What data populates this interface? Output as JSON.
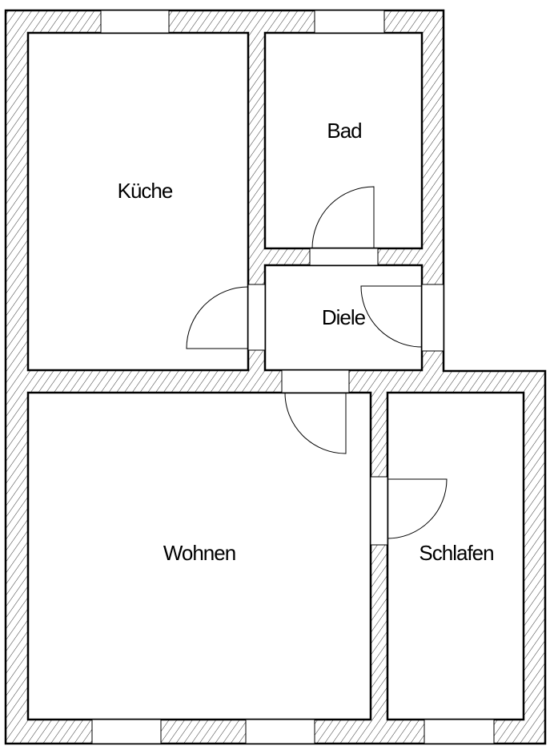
{
  "plan": {
    "rooms": [
      {
        "id": "kueche",
        "label": "Küche"
      },
      {
        "id": "bad",
        "label": "Bad"
      },
      {
        "id": "diele",
        "label": "Diele"
      },
      {
        "id": "wohnen",
        "label": "Wohnen"
      },
      {
        "id": "schlafen",
        "label": "Schlafen"
      }
    ],
    "colors": {
      "wall_line": "#000000",
      "hatch": "#000000",
      "background": "#ffffff"
    }
  }
}
